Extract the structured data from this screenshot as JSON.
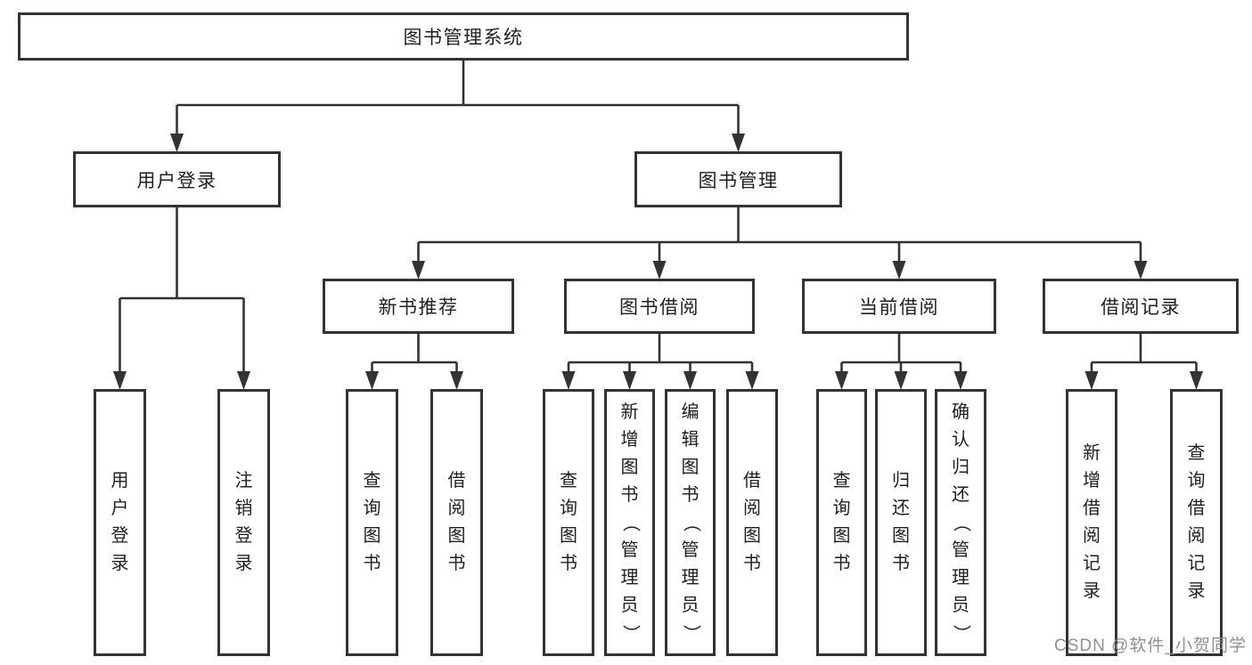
{
  "diagram": {
    "title": "图书管理系统",
    "colors": {
      "line": "#333333",
      "text": "#1f1f1f",
      "background": "#ffffff"
    },
    "nodes": [
      {
        "id": "root",
        "label": "图书管理系统"
      },
      {
        "id": "user-login",
        "label": "用户登录"
      },
      {
        "id": "book-mgmt",
        "label": "图书管理"
      },
      {
        "id": "new-book-rec",
        "label": "新书推荐"
      },
      {
        "id": "book-borrow",
        "label": "图书借阅"
      },
      {
        "id": "current-borrow",
        "label": "当前借阅"
      },
      {
        "id": "borrow-records",
        "label": "借阅记录"
      },
      {
        "id": "user-login-leaf",
        "label": "用户登录"
      },
      {
        "id": "logout-leaf",
        "label": "注销登录"
      },
      {
        "id": "nbr-query-books",
        "label": "查询图书"
      },
      {
        "id": "nbr-borrow-books",
        "label": "借阅图书"
      },
      {
        "id": "bb-query-books",
        "label": "查询图书"
      },
      {
        "id": "bb-add-books",
        "label": "新增图书（管理员）"
      },
      {
        "id": "bb-edit-books",
        "label": "编辑图书（管理员）"
      },
      {
        "id": "bb-borrow-books",
        "label": "借阅图书"
      },
      {
        "id": "cb-query-books",
        "label": "查询图书"
      },
      {
        "id": "cb-return-books",
        "label": "归还图书"
      },
      {
        "id": "cb-confirm-return",
        "label": "确认归还（管理员）"
      },
      {
        "id": "br-add-record",
        "label": "新增借阅记录"
      },
      {
        "id": "br-query-record",
        "label": "查询借阅记录"
      }
    ],
    "edges": [
      {
        "from": "root",
        "to": [
          "user-login",
          "book-mgmt"
        ]
      },
      {
        "from": "user-login",
        "to": [
          "user-login-leaf",
          "logout-leaf"
        ]
      },
      {
        "from": "book-mgmt",
        "to": [
          "new-book-rec",
          "book-borrow",
          "current-borrow",
          "borrow-records"
        ]
      },
      {
        "from": "new-book-rec",
        "to": [
          "nbr-query-books",
          "nbr-borrow-books"
        ]
      },
      {
        "from": "book-borrow",
        "to": [
          "bb-query-books",
          "bb-add-books",
          "bb-edit-books",
          "bb-borrow-books"
        ]
      },
      {
        "from": "current-borrow",
        "to": [
          "cb-query-books",
          "cb-return-books",
          "cb-confirm-return"
        ]
      },
      {
        "from": "borrow-records",
        "to": [
          "br-add-record",
          "br-query-record"
        ]
      }
    ]
  },
  "watermark": {
    "text": "CSDN @软件_小贺同学",
    "color": "#909090"
  }
}
